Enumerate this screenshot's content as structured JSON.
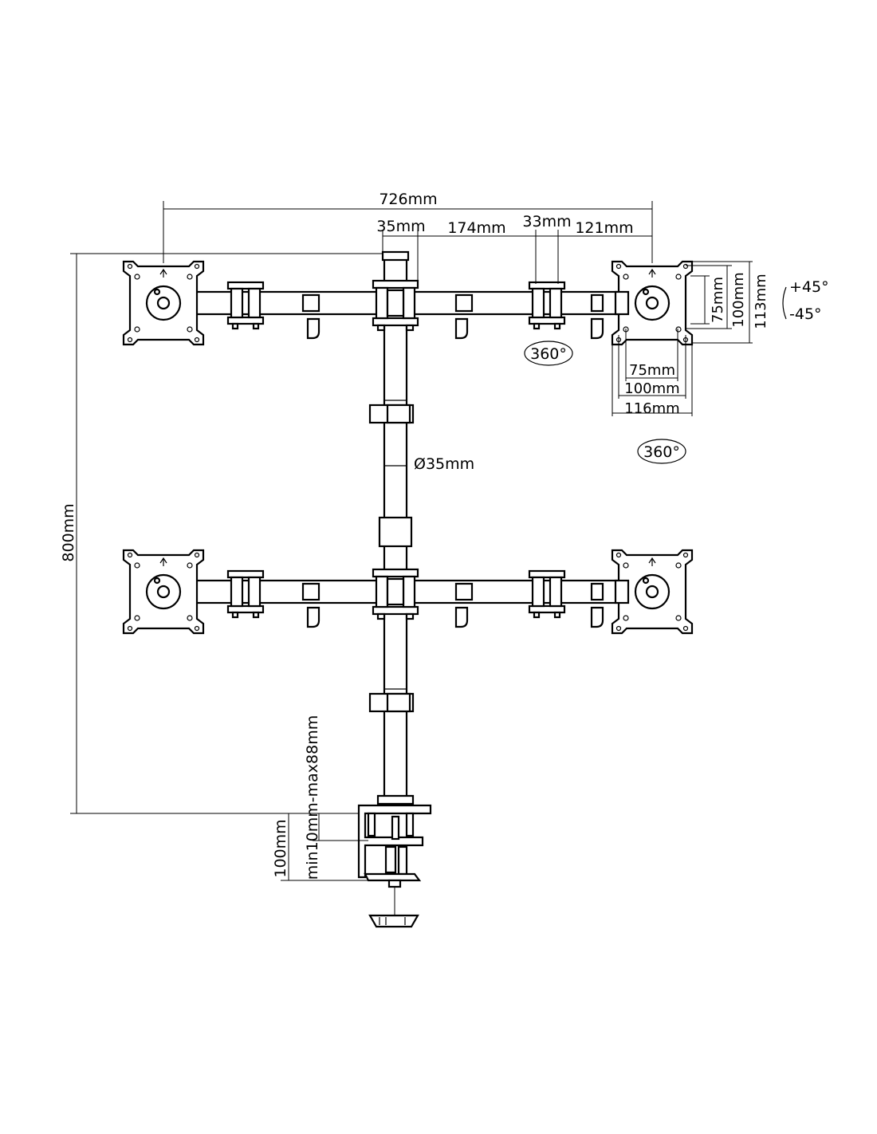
{
  "dimensions": {
    "total_width": "726mm",
    "pole_to_arm": "35mm",
    "arm_segment": "174mm",
    "joint_width": "33mm",
    "end_segment": "121mm",
    "pole_diameter": "Ø35mm",
    "height": "800mm",
    "clamp_height": "100mm",
    "clamp_range": "min10mm-max88mm"
  },
  "vesa": {
    "v75": "75mm",
    "v100": "100mm",
    "h75": "75mm",
    "h100": "100mm",
    "plate_width": "116mm",
    "plate_height": "113mm"
  },
  "rotation": {
    "tilt_up": "+45°",
    "tilt_down": "-45°",
    "swivel_arm": "360°",
    "swivel_plate": "360°"
  }
}
